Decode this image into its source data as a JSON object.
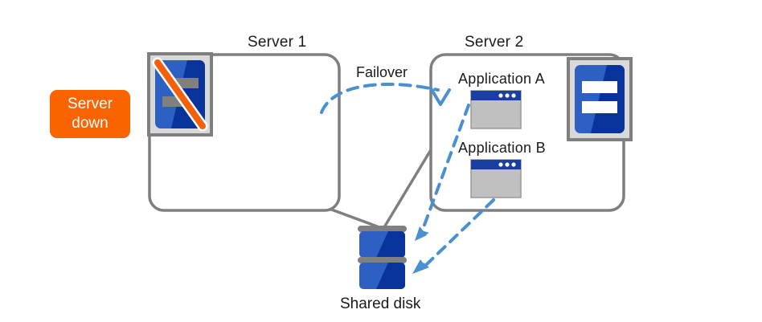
{
  "diagram": {
    "title_type": "failover-cluster-diagram",
    "colors": {
      "badge_orange": "#FA6400",
      "box_border_gray": "#7F7F7F",
      "icon_frame_gray": "#7F7F7F",
      "icon_frame_fill": "#D9D9D9",
      "server_blue_light": "#2E5FC3",
      "server_blue_dark": "#07339B",
      "server_bar_gray": "#808080",
      "server_bar_white": "#FFFFFF",
      "strike_orange": "#F4600A",
      "arrow_blue": "#4A90D0",
      "window_title_blue": "#1A3FA0",
      "window_body_gray": "#C0C0C0",
      "disk_gray_cap": "#808080",
      "text_black": "#1A1A1A"
    }
  },
  "badge": {
    "line1": "Server",
    "line2": "down"
  },
  "server1": {
    "title": "Server 1",
    "icon_name": "server-down-icon",
    "status": "down",
    "applications": []
  },
  "server2": {
    "title": "Server 2",
    "icon_name": "server-ok-icon",
    "status": "running",
    "applications": [
      {
        "label": "Application A",
        "icon_name": "app-window-icon"
      },
      {
        "label": "Application B",
        "icon_name": "app-window-icon"
      }
    ]
  },
  "failover": {
    "label": "Failover",
    "from": "Server 1",
    "to": "Server 2",
    "style": "dashed-curved-arrow"
  },
  "shared_disk": {
    "label": "Shared disk",
    "icon_name": "shared-disk-icon",
    "block_count": 2
  },
  "connections": {
    "server1_to_disk": "solid-gray-line",
    "server2_to_disk": "solid-gray-line",
    "appA_to_disk": "dashed-blue-arrow",
    "appB_to_disk": "dashed-blue-arrow"
  }
}
